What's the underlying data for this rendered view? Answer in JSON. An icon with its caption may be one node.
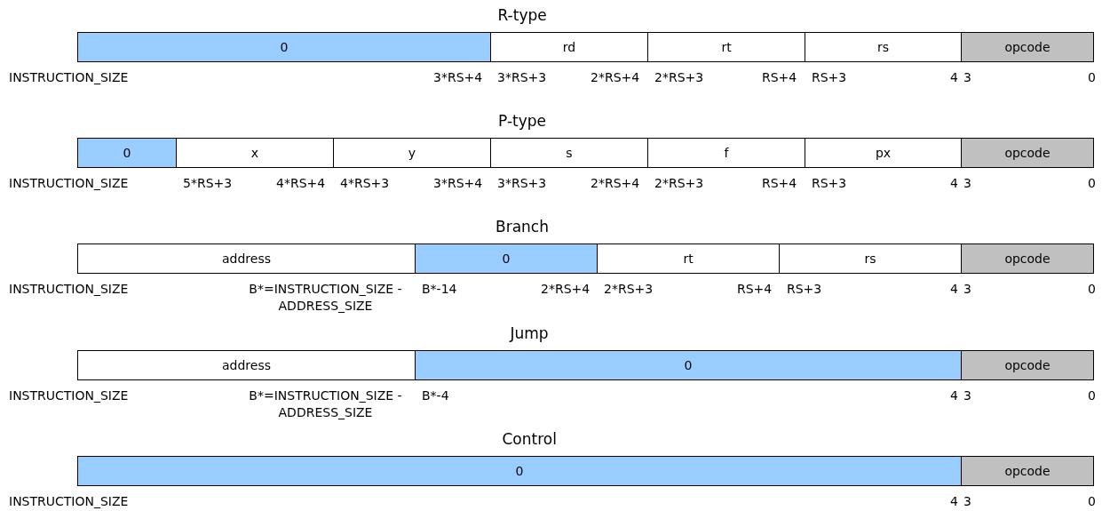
{
  "diagram": {
    "nodes": [
      {
        "text": [
          "0"
        ]
      },
      {
        "text": [
          "rd"
        ]
      },
      {
        "text": [
          "rt"
        ]
      },
      {
        "text": [
          "rs"
        ]
      },
      {
        "text": [
          "opcode"
        ]
      },
      {
        "text": [
          "0"
        ]
      },
      {
        "text": [
          "x"
        ]
      },
      {
        "text": [
          "y"
        ]
      },
      {
        "text": [
          "s"
        ]
      },
      {
        "text": [
          "f"
        ]
      },
      {
        "text": [
          "px"
        ]
      },
      {
        "text": [
          "opcode"
        ]
      },
      {
        "text": [
          "address"
        ]
      },
      {
        "text": [
          "0"
        ]
      },
      {
        "text": [
          "rt"
        ]
      },
      {
        "text": [
          "rs"
        ]
      },
      {
        "text": [
          "opcode"
        ]
      },
      {
        "text": [
          "address"
        ]
      },
      {
        "text": [
          "0"
        ]
      },
      {
        "text": [
          "opcode"
        ]
      },
      {
        "text": [
          "0"
        ]
      },
      {
        "text": [
          "opcode"
        ]
      }
    ],
    "labels": [
      "R-type",
      "INSTRUCTION_SIZE",
      "3*RS+4",
      "3*RS+3",
      "2*RS+4",
      "2*RS+3",
      "RS+4",
      "RS+3",
      "4",
      "3",
      "0",
      "P-type",
      "INSTRUCTION_SIZE",
      "5*RS+3",
      "4*RS+4",
      "4*RS+3",
      "3*RS+4",
      "3*RS+3",
      "2*RS+4",
      "2*RS+3",
      "RS+4",
      "RS+3",
      "4",
      "3",
      "0",
      "Branch",
      "INSTRUCTION_SIZE",
      "B*=INSTRUCTION_SIZE - ADDRESS_SIZE",
      "B*-14",
      "2*RS+4",
      "2*RS+3",
      "RS+4",
      "RS+3",
      "4",
      "3",
      "0",
      "Jump",
      "INSTRUCTION_SIZE",
      "B*=INSTRUCTION_SIZE - ADDRESS_SIZE",
      "B*-4",
      "4",
      "3",
      "0",
      "Control",
      "INSTRUCTION_SIZE",
      "4",
      "3",
      "0"
    ]
  }
}
